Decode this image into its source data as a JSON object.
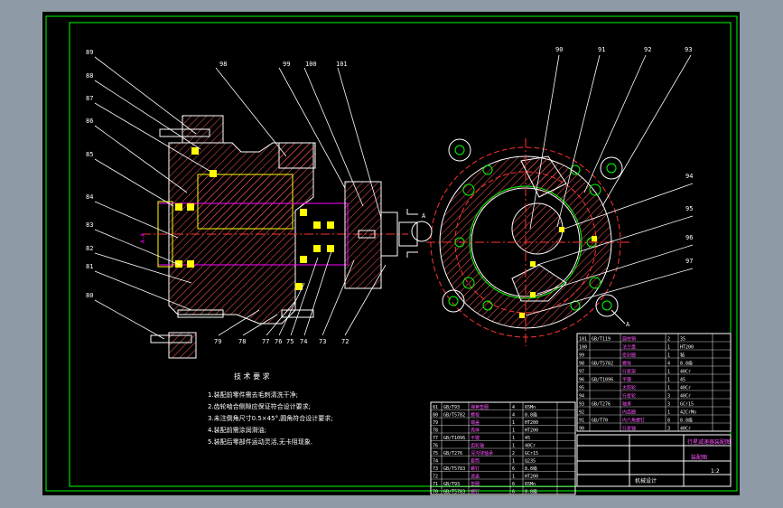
{
  "callouts": {
    "left": [
      "89",
      "88",
      "87",
      "86",
      "85",
      "84",
      "83",
      "82",
      "81",
      "80"
    ],
    "top": [
      "98",
      "99",
      "100",
      "101"
    ],
    "bottom": [
      "79",
      "78",
      "77",
      "76",
      "75",
      "74",
      "73",
      "72"
    ],
    "right_top": [
      "90",
      "91",
      "92",
      "93"
    ],
    "right_side": [
      "94",
      "95",
      "96",
      "97"
    ]
  },
  "section_marks": {
    "a": "A",
    "a_view": "A-A"
  },
  "technical_requirements": {
    "title": "技 术 要 求",
    "items": [
      "1.装配前零件需去毛刺清洗干净;",
      "2.齿轮啮合侧隙应保证符合设计要求;",
      "3.未注倒角尺寸0.5×45°,圆角符合设计要求;",
      "4.装配前需涂润滑油;",
      "5.装配后零部件运动灵活,无卡阻现象."
    ]
  },
  "parts_table_left": {
    "rows": [
      [
        "81",
        "GB/T93",
        "弹簧垫圈",
        "4",
        "65Mn"
      ],
      [
        "80",
        "GB/T5782",
        "螺栓",
        "4",
        "8.8级"
      ],
      [
        "79",
        "",
        "端盖",
        "1",
        "HT200"
      ],
      [
        "78",
        "",
        "壳体",
        "1",
        "HT200"
      ],
      [
        "77",
        "GB/T1096",
        "平键",
        "1",
        "45"
      ],
      [
        "76",
        "",
        "齿轮轴",
        "1",
        "40Cr"
      ],
      [
        "75",
        "GB/T276",
        "深沟球轴承",
        "2",
        "GCr15"
      ],
      [
        "74",
        "",
        "套筒",
        "1",
        "Q235"
      ],
      [
        "73",
        "GB/T5783",
        "螺钉",
        "6",
        "8.8级"
      ],
      [
        "72",
        "",
        "透盖",
        "1",
        "HT200"
      ],
      [
        "71",
        "GB/T93",
        "垫圈",
        "6",
        "65Mn"
      ],
      [
        "70",
        "GB/T5783",
        "螺钉",
        "6",
        "8.8级"
      ]
    ]
  },
  "parts_table_right": {
    "rows": [
      [
        "101",
        "GB/T119",
        "圆柱销",
        "2",
        "35"
      ],
      [
        "100",
        "",
        "法兰盘",
        "1",
        "HT200"
      ],
      [
        "99",
        "",
        "密封圈",
        "1",
        "毡"
      ],
      [
        "98",
        "GB/T5782",
        "螺栓",
        "4",
        "8.8级"
      ],
      [
        "97",
        "",
        "行星架",
        "1",
        "40Cr"
      ],
      [
        "96",
        "GB/T1096",
        "平键",
        "1",
        "45"
      ],
      [
        "95",
        "",
        "太阳轮",
        "1",
        "40Cr"
      ],
      [
        "94",
        "",
        "行星轮",
        "3",
        "40Cr"
      ],
      [
        "93",
        "GB/T276",
        "轴承",
        "3",
        "GCr15"
      ],
      [
        "92",
        "",
        "内齿圈",
        "1",
        "42CrMo"
      ],
      [
        "91",
        "GB/T70",
        "内六角螺钉",
        "8",
        "8.8级"
      ],
      [
        "90",
        "",
        "行星轴",
        "3",
        "40Cr"
      ]
    ]
  },
  "title_block": {
    "drawing_name": "行星减速器装配图",
    "scale": "1:2",
    "sheet": "装配图",
    "dept": "机械设计"
  },
  "colors": {
    "frame": "#00ff00",
    "outline": "#ffffff",
    "leader": "#ffffff",
    "center": "#ff3333",
    "hatch": "#ff5a5a",
    "part": "#ff00ff",
    "highlight": "#ffff00",
    "callout_text": "#ffffff",
    "table_text": "#ff55ff"
  }
}
